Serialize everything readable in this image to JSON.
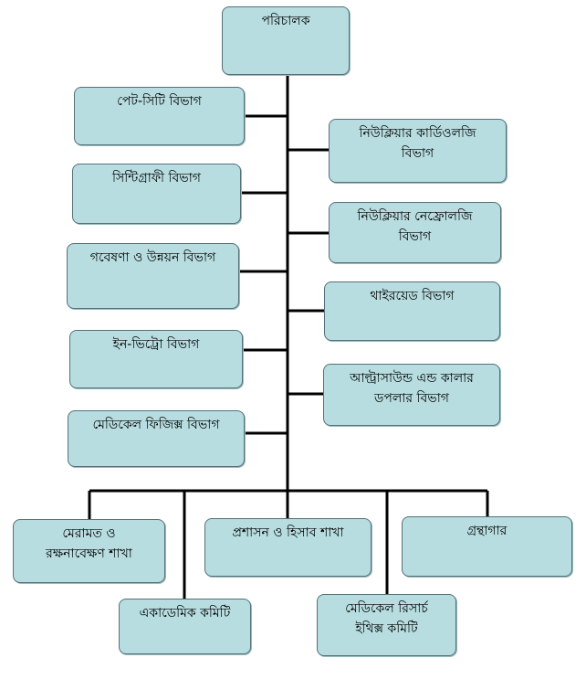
{
  "org_chart": {
    "root": {
      "label": "পরিচালক"
    },
    "left_departments": [
      {
        "label": "পেট-সিটি বিভাগ"
      },
      {
        "label": "সিন্টিগ্রাফী বিভাগ"
      },
      {
        "label": "গবেষণা ও উন্নয়ন বিভাগ"
      },
      {
        "label": "ইন-ভিট্রো বিভাগ"
      },
      {
        "label": "মেডিকেল ফিজিক্স বিভাগ"
      }
    ],
    "right_departments": [
      {
        "label": "নিউক্লিয়ার কার্ডিওলজি\nবিভাগ"
      },
      {
        "label": "নিউক্লিয়ার নেফ্রোলজি\nবিভাগ"
      },
      {
        "label": "থাইরয়েড বিভাগ"
      },
      {
        "label": "আল্ট্রাসাউন্ড এন্ড কালার\nডপলার বিভাগ"
      }
    ],
    "bottom_units": [
      {
        "label": "মেরামত ও\nরক্ষনাবেক্ষণ শাখা"
      },
      {
        "label": "প্রশাসন ও হিসাব শাখা"
      },
      {
        "label": "গ্রন্থাগার"
      },
      {
        "label": "একাডেমিক কমিটি"
      },
      {
        "label": "মেডিকেল রিসার্চ\nইথিক্স কমিটি"
      }
    ],
    "colors": {
      "box_fill": "#b7dde0",
      "box_border": "#55707a",
      "connector": "#000000"
    }
  }
}
